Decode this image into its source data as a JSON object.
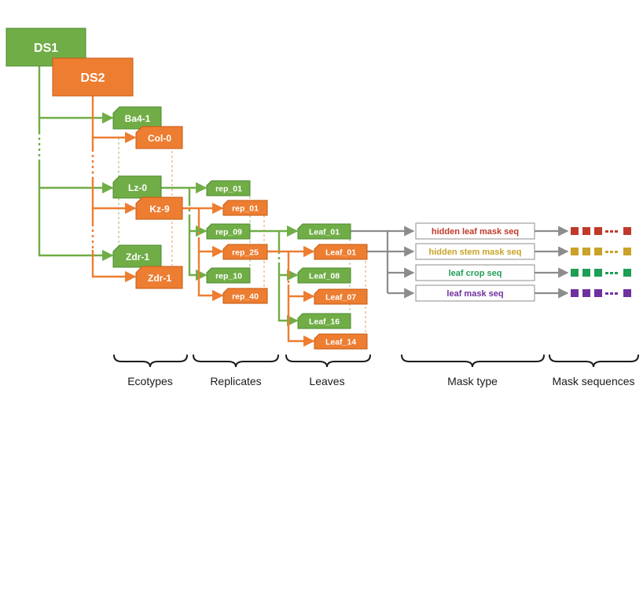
{
  "colors": {
    "green": "#70ad47",
    "green_border": "#4e8a2e",
    "orange": "#ed7d31",
    "orange_border": "#c55a11",
    "gray": "#8c8c8c"
  },
  "datasets": {
    "ds1": "DS1",
    "ds2": "DS2"
  },
  "ecotypes": {
    "ba4_1": "Ba4-1",
    "col_0": "Col-0",
    "lz_0": "Lz-0",
    "kz_9": "Kz-9",
    "zdr_1_green": "Zdr-1",
    "zdr_1_orange": "Zdr-1"
  },
  "replicates": {
    "g_rep_01": "rep_01",
    "o_rep_01": "rep_01",
    "g_rep_09": "rep_09",
    "o_rep_25": "rep_25",
    "g_rep_10": "rep_10",
    "o_rep_40": "rep_40"
  },
  "leaves": {
    "g_leaf_01": "Leaf_01",
    "o_leaf_01": "Leaf_01",
    "g_leaf_08": "Leaf_08",
    "o_leaf_07": "Leaf_07",
    "g_leaf_16": "Leaf_16",
    "o_leaf_14": "Leaf_14"
  },
  "mask_types": [
    {
      "label": "hidden leaf mask seq",
      "color": "#c0392b"
    },
    {
      "label": "hidden stem mask seq",
      "color": "#c9a227"
    },
    {
      "label": "leaf crop seq",
      "color": "#1f9e55"
    },
    {
      "label": "leaf mask seq",
      "color": "#7030a0"
    }
  ],
  "categories": {
    "ecotypes": "Ecotypes",
    "replicates": "Replicates",
    "leaves": "Leaves",
    "mask_type": "Mask type",
    "mask_sequences": "Mask sequences"
  }
}
